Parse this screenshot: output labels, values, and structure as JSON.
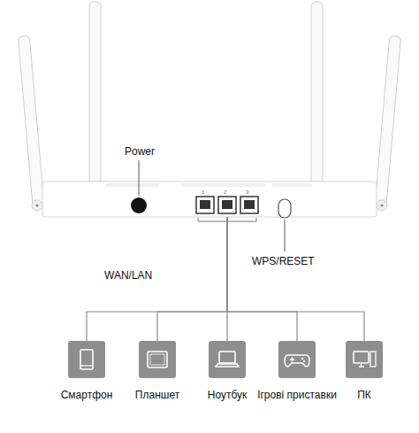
{
  "diagram": {
    "nodes": [
      {
        "text": [
          "1",
          "2",
          "3"
        ]
      },
      {
        "text": [
          "Смартфон"
        ]
      },
      {
        "text": [
          "Планшет"
        ]
      },
      {
        "text": [
          "Ноутбук"
        ]
      },
      {
        "text": [
          "Ігрові приставки"
        ]
      },
      {
        "text": [
          "ПК"
        ]
      }
    ],
    "edges": [
      {
        "from": 0,
        "to": 1,
        "arrow": "none"
      },
      {
        "from": 0,
        "to": 2,
        "arrow": "none"
      },
      {
        "from": 0,
        "to": 3,
        "arrow": "none"
      },
      {
        "from": 0,
        "to": 4,
        "arrow": "none"
      },
      {
        "from": 0,
        "to": 5,
        "arrow": "none"
      }
    ],
    "labels": [
      "Power",
      "WAN/LAN",
      "WPS/RESET"
    ]
  }
}
